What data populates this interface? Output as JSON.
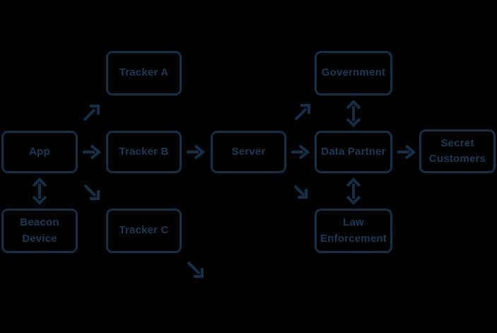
{
  "canvas": {
    "background": "#000000",
    "ink": "#12304a",
    "text_color": "#1a3a58"
  },
  "nodes": {
    "tracker_a": {
      "label": "Tracker A"
    },
    "government": {
      "label": "Government"
    },
    "app": {
      "label": "App"
    },
    "tracker_b": {
      "label": "Tracker B"
    },
    "server": {
      "label": "Server"
    },
    "data_partner": {
      "label": "Data Partner"
    },
    "secret_customers": {
      "label": "Secret\nCustomers"
    },
    "beacon_device": {
      "label": "Beacon\nDevice"
    },
    "tracker_c": {
      "label": "Tracker C"
    },
    "law_enforcement": {
      "label": "Law\nEnforcement"
    }
  },
  "edges": [
    {
      "from": "App",
      "to": "Tracker A",
      "style": "single-arrow",
      "direction": "up-right"
    },
    {
      "from": "App",
      "to": "Tracker B",
      "style": "single-arrow",
      "direction": "right"
    },
    {
      "from": "App",
      "to": "Tracker C",
      "style": "single-arrow",
      "direction": "down-right"
    },
    {
      "from": "App",
      "to": "Beacon Device",
      "style": "double-arrow",
      "direction": "vertical-both"
    },
    {
      "from": "Tracker B",
      "to": "Server",
      "style": "single-arrow",
      "direction": "right"
    },
    {
      "from": "Server",
      "to": "Government",
      "style": "single-arrow",
      "direction": "up-right"
    },
    {
      "from": "Server",
      "to": "Data Partner",
      "style": "single-arrow",
      "direction": "right"
    },
    {
      "from": "Server",
      "to": "Law Enforcement",
      "style": "single-arrow",
      "direction": "down-right"
    },
    {
      "from": "Government",
      "to": "Data Partner",
      "style": "double-arrow",
      "direction": "vertical-both"
    },
    {
      "from": "Data Partner",
      "to": "Law Enforcement",
      "style": "double-arrow",
      "direction": "vertical-both"
    },
    {
      "from": "Data Partner",
      "to": "Secret Customers",
      "style": "single-arrow",
      "direction": "right"
    },
    {
      "from": "Tracker C",
      "to": "(off-diagram)",
      "style": "single-arrow",
      "direction": "down-right"
    }
  ]
}
